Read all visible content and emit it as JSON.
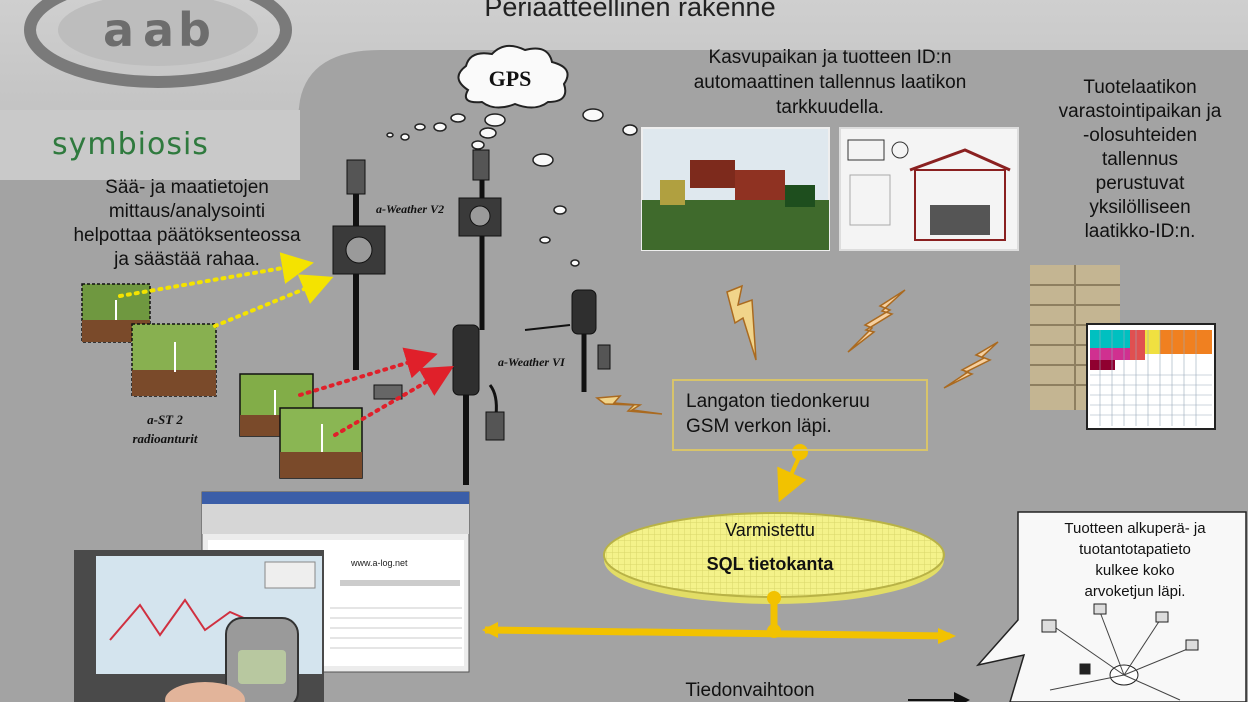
{
  "title": "Periaatteellinen rakenne",
  "brand": {
    "wordmark": "symbiosis"
  },
  "gps": "GPS",
  "captions": {
    "field_id": "Kasvupaikan ja tuotteen ID:n\nautomaattinen tallennus laatikon\ntarkkuudella.",
    "storage": "Tuotelaatikon\nvarastointipaikan ja\n-olosuhteiden\ntallennus\nperustuvat\nyksilölliseen\nlaatikko-ID:n.",
    "weather_soil": "Sää- ja maatietojen\nmittaus/analysointi\nhelpottaa päätöksenteossa\nja säästää rahaa.",
    "origin": "Tuotteen alkuperä- ja\ntuotantotapatieto\nkulkee koko\narvoketjun läpi.",
    "exchange": "Tiedonvaihtoon"
  },
  "devices": {
    "weather_v2": "a-Weather V2",
    "weather_v1": "a-Weather VI",
    "ast2": "a-ST 2\nradioanturit"
  },
  "wireless": "Langaton tiedonkeruu\nGSM verkon läpi.",
  "database": {
    "line1": "Varmistettu",
    "line2": "SQL tietokanta"
  },
  "web": {
    "url": "www.a-log.net"
  },
  "colors": {
    "accent_yellow": "#f2c200",
    "arrow_red": "#e0202a",
    "arrow_yellow": "#f4e300",
    "brand_green": "#2f7a3e"
  }
}
